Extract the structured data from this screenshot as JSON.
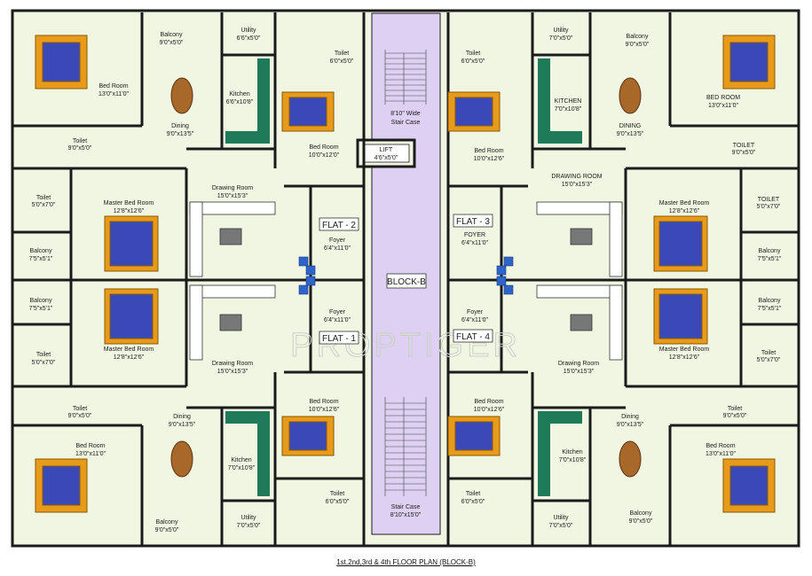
{
  "caption": "1st,2nd,3rd & 4th FLOOR PLAN (BLOCK-B)",
  "watermark": "PROPTIGER",
  "block_label": "BLOCK-B",
  "colors": {
    "room_fill": "#f1f6e3",
    "wall": "#1b1b1b",
    "stair_fill": "#ddd0f2",
    "kitchen_counter": "#1f7a5a",
    "bed_quilt": "#3b49b8",
    "bed_frame": "#e89a1a"
  },
  "flats": [
    {
      "label": "FLAT - 1"
    },
    {
      "label": "FLAT - 2"
    },
    {
      "label": "FLAT - 3"
    },
    {
      "label": "FLAT - 4"
    }
  ],
  "stairs": [
    {
      "name": "8'10\" Wide",
      "size": "Stair Case"
    },
    {
      "name": "Stair Case",
      "size": "8'10\"x15'0\""
    }
  ],
  "lift": {
    "name": "LIFT",
    "size": "4'6\"x5'0\""
  },
  "rooms": [
    {
      "name": "Bed Room",
      "size": "13'0\"x11'0\""
    },
    {
      "name": "Balcony",
      "size": "9'0\"x5'0\""
    },
    {
      "name": "Utility",
      "size": "6'6\"x5'0\""
    },
    {
      "name": "Dining",
      "size": "9'0\"x13'5\""
    },
    {
      "name": "Kitchen",
      "size": "6'6\"x10'8\""
    },
    {
      "name": "Toilet",
      "size": "6'0\"x5'0\""
    },
    {
      "name": "Bed Room",
      "size": "10'0\"x12'0\""
    },
    {
      "name": "Toilet",
      "size": "9'0\"x5'0\""
    },
    {
      "name": "Toilet",
      "size": "5'0\"x7'0\""
    },
    {
      "name": "Master Bed Room",
      "size": "12'8\"x12'6\""
    },
    {
      "name": "Drawing Room",
      "size": "15'0\"x15'3\""
    },
    {
      "name": "Balcony",
      "size": "7'5\"x5'1\""
    },
    {
      "name": "Foyer",
      "size": "6'4\"x11'0\""
    },
    {
      "name": "Balcony",
      "size": "7'5\"x5'1\""
    },
    {
      "name": "Master Bed Room",
      "size": "12'8\"x12'6\""
    },
    {
      "name": "Toilet",
      "size": "5'0\"x7'0\""
    },
    {
      "name": "Drawing Room",
      "size": "15'0\"x15'3\""
    },
    {
      "name": "Foyer",
      "size": "6'4\"x11'0\""
    },
    {
      "name": "Toilet",
      "size": "9'0\"x5'0\""
    },
    {
      "name": "Dining",
      "size": "9'0\"x13'5\""
    },
    {
      "name": "Bed Room",
      "size": "10'0\"x12'6\""
    },
    {
      "name": "Bed Room",
      "size": "13'0\"x11'0\""
    },
    {
      "name": "Kitchen",
      "size": "7'0\"x10'8\""
    },
    {
      "name": "Toilet",
      "size": "6'0\"x5'0\""
    },
    {
      "name": "Balcony",
      "size": "9'0\"x5'0\""
    },
    {
      "name": "Utility",
      "size": "7'0\"x5'0\""
    },
    {
      "name": "Utility",
      "size": "7'0\"x5'0\""
    },
    {
      "name": "Balcony",
      "size": "9'0\"x5'0\""
    },
    {
      "name": "Toilet",
      "size": "6'0\"x5'0\""
    },
    {
      "name": "BED ROOM",
      "size": "13'0\"x11'0\""
    },
    {
      "name": "KITCHEN",
      "size": "7'0\"x10'8\""
    },
    {
      "name": "DINING",
      "size": "9'0\"x13'5\""
    },
    {
      "name": "Bed Room",
      "size": "10'0\"x12'6\""
    },
    {
      "name": "TOILET",
      "size": "9'0\"x5'0\""
    },
    {
      "name": "DRAWING ROOM",
      "size": "15'0\"x15'3\""
    },
    {
      "name": "FOYER",
      "size": "6'4\"x11'0\""
    },
    {
      "name": "Master Bed Room",
      "size": "12'8\"x12'6\""
    },
    {
      "name": "TOILET",
      "size": "5'0\"x7'0\""
    },
    {
      "name": "Balcony",
      "size": "7'5\"x5'1\""
    },
    {
      "name": "Balcony",
      "size": "7'5\"x5'1\""
    },
    {
      "name": "Master Bed Room",
      "size": "12'8\"x12'6\""
    },
    {
      "name": "Toilet",
      "size": "5'0\"x7'0\""
    },
    {
      "name": "Foyer",
      "size": "6'4\"x11'0\""
    },
    {
      "name": "Drawing Room",
      "size": "15'0\"x15'3\""
    },
    {
      "name": "Bed Room",
      "size": "10'0\"x12'6\""
    },
    {
      "name": "Toilet",
      "size": "9'0\"x5'0\""
    },
    {
      "name": "Dining",
      "size": "9'0\"x13'5\""
    },
    {
      "name": "Kitchen",
      "size": "7'0\"x10'8\""
    },
    {
      "name": "Bed Room",
      "size": "13'0\"x11'0\""
    },
    {
      "name": "Toilet",
      "size": "6'0\"x5'0\""
    },
    {
      "name": "Utility",
      "size": "7'0\"x5'0\""
    },
    {
      "name": "Balcony",
      "size": "9'0\"x5'0\""
    }
  ]
}
